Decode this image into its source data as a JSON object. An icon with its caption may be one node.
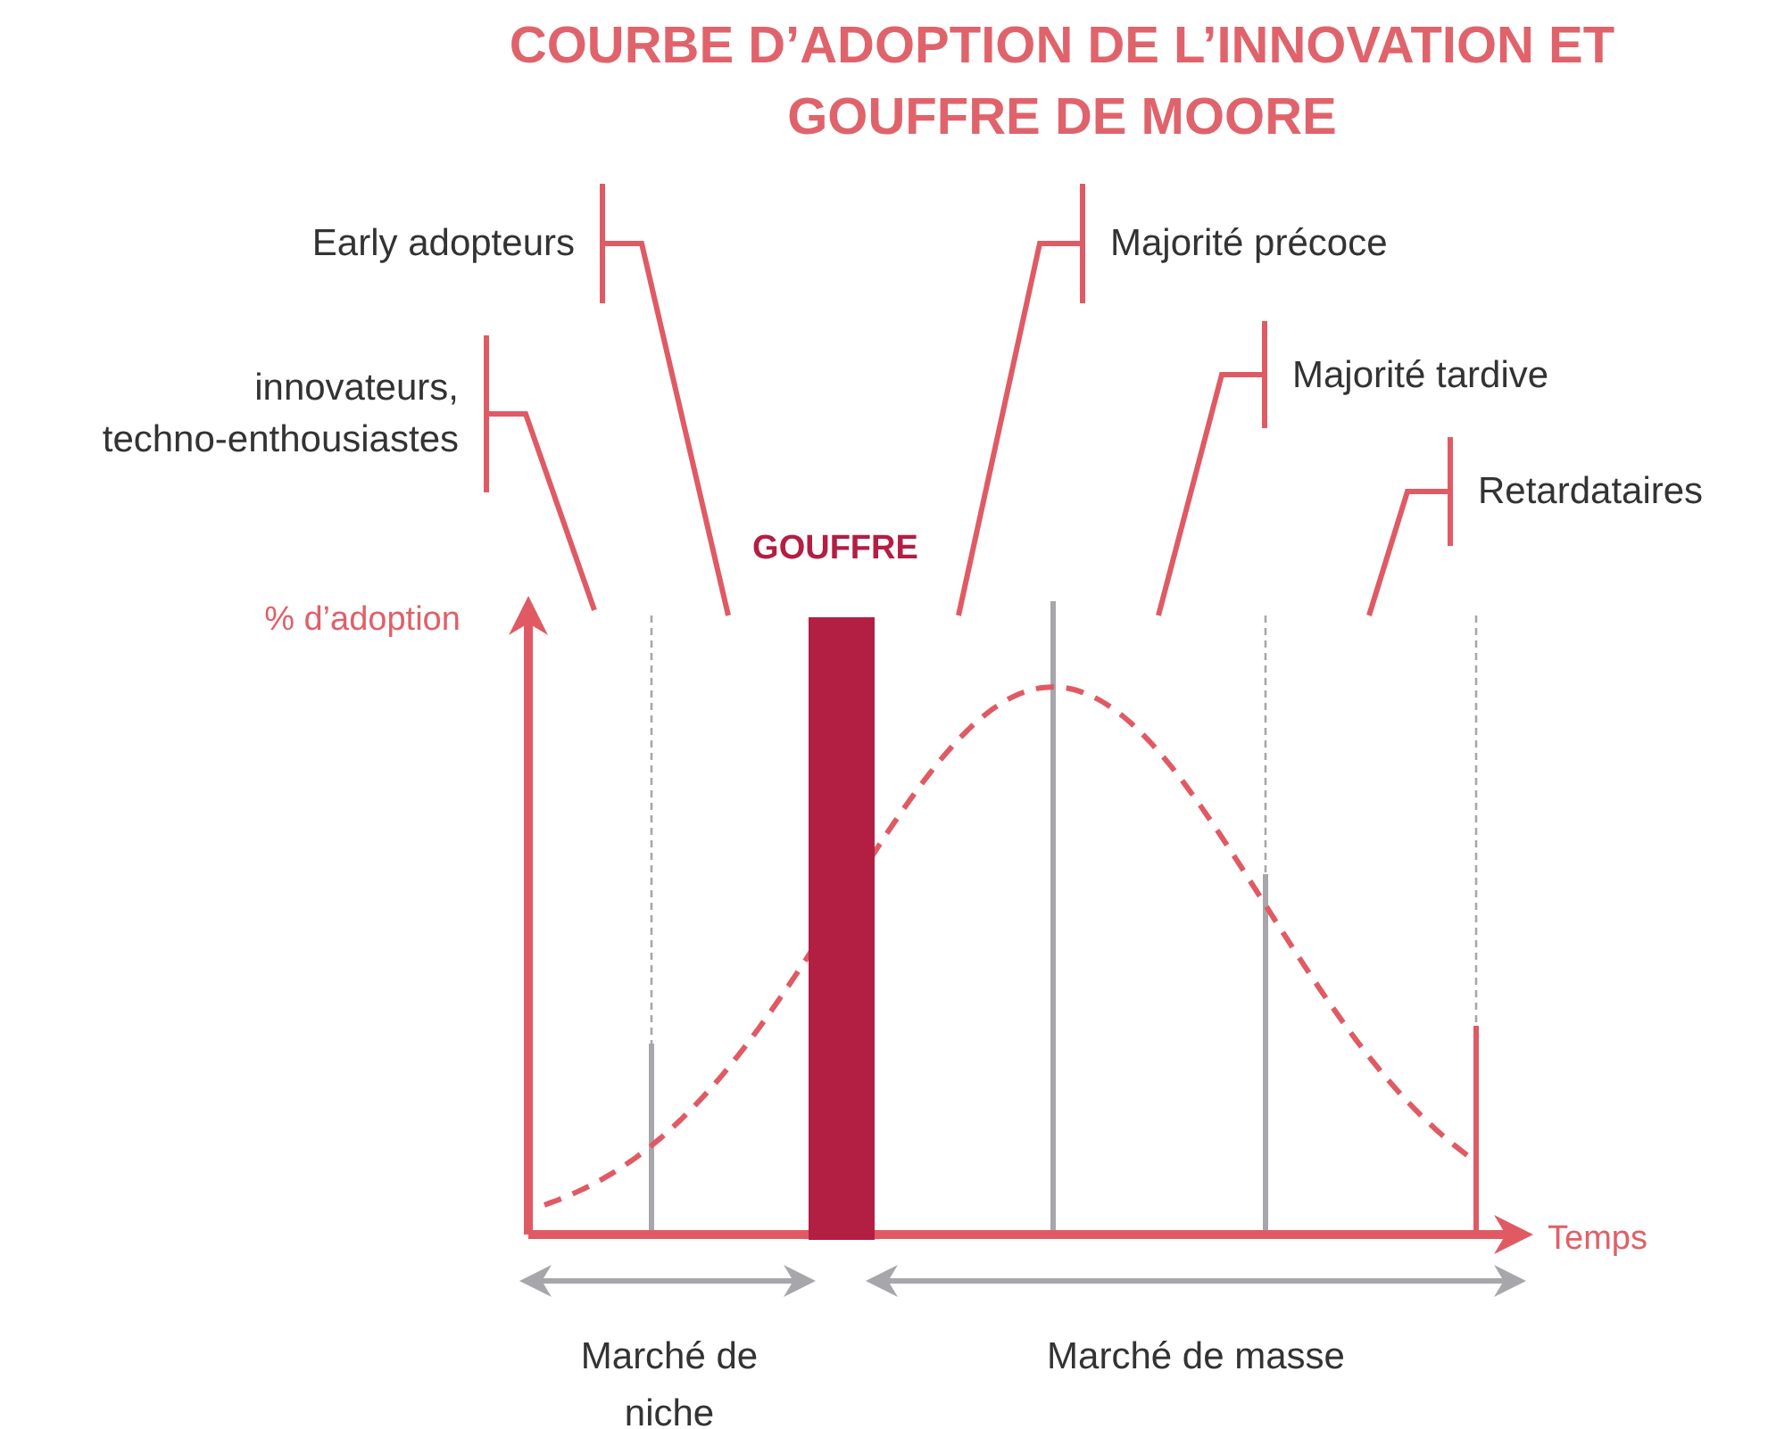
{
  "diagram": {
    "title": "COURBE D’ADOPTION DE L’INNOVATION ET GOUFFRE DE MOORE",
    "nodes": [
      {
        "text": [
          "Early adopteurs"
        ]
      },
      {
        "text": [
          "innovateurs, techno-enthousiastes"
        ]
      },
      {
        "text": [
          "Majorité précoce"
        ]
      },
      {
        "text": [
          "Majorité tardive"
        ]
      },
      {
        "text": [
          "Retardataires"
        ]
      },
      {
        "text": [],
        "shape": "bar"
      }
    ],
    "edges": [
      {
        "from": 1,
        "to": null,
        "arrow": "none"
      },
      {
        "from": 0,
        "to": null,
        "arrow": "none"
      },
      {
        "from": 2,
        "to": null,
        "arrow": "none"
      },
      {
        "from": 3,
        "to": null,
        "arrow": "none"
      },
      {
        "from": 4,
        "to": null,
        "arrow": "none"
      }
    ],
    "labels": [
      "GOUFFRE",
      "% d’adoption",
      "Temps",
      "Marché de niche",
      "Marché de masse"
    ]
  }
}
